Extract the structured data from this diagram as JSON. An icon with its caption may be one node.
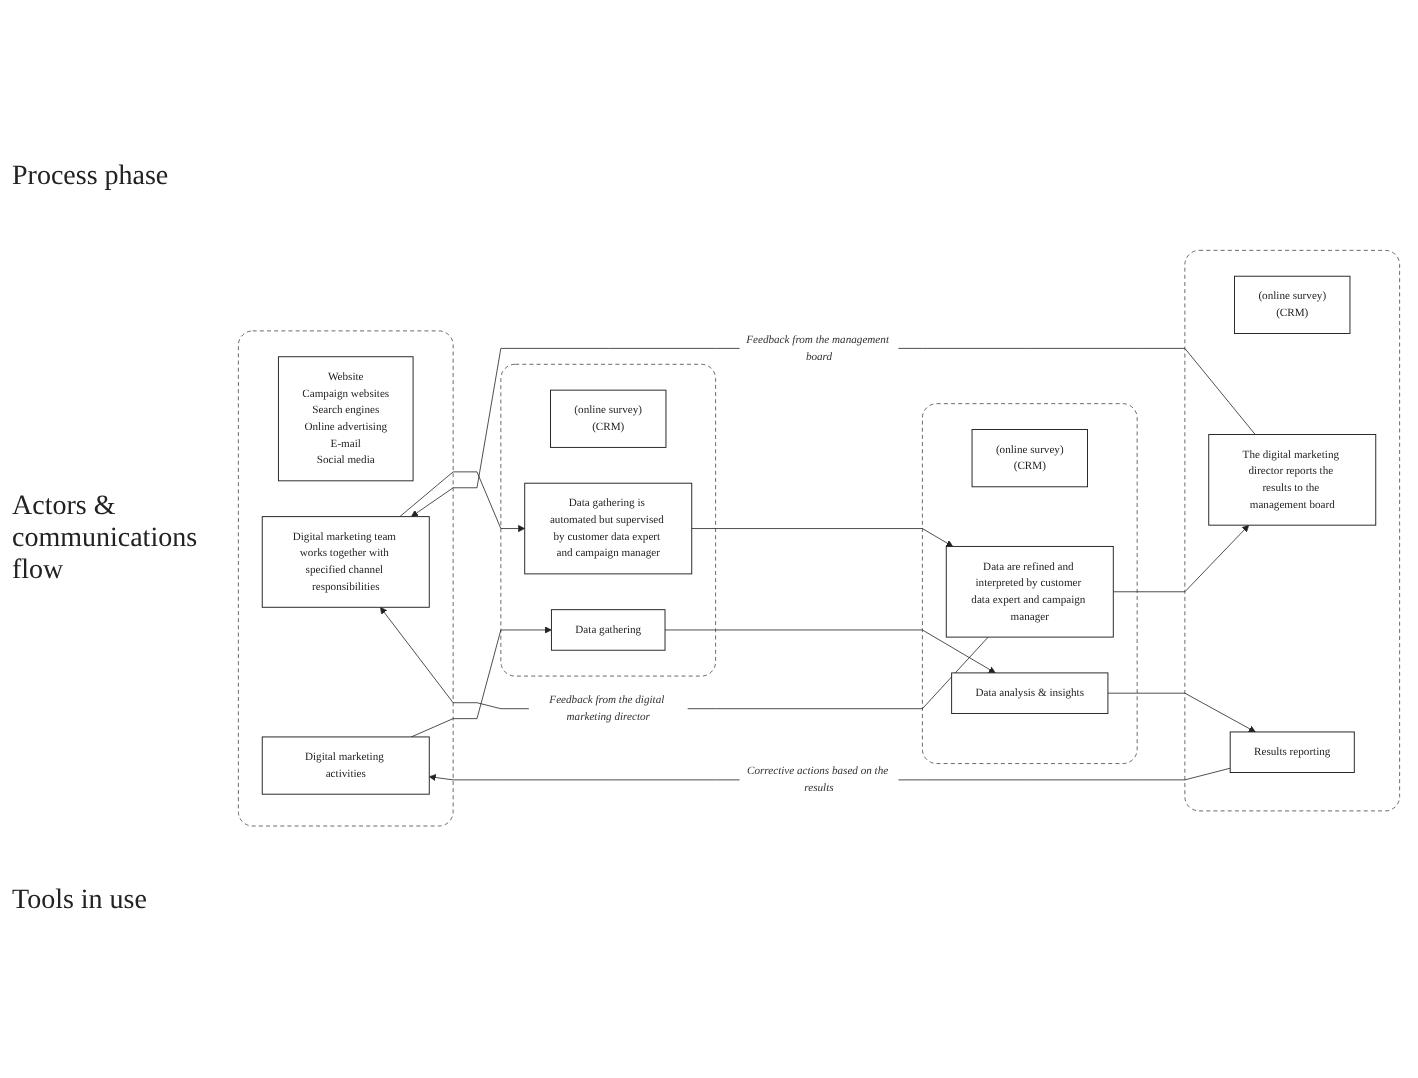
{
  "diagram": {
    "nodes": [
      {
        "text": [],
        "shape": "box"
      },
      {
        "text": [
          "Digital marketing activities"
        ],
        "in": 0
      },
      {
        "text": [
          "Digital marketing team works together with specified channel responsibilities"
        ],
        "in": 0
      },
      {
        "text": [
          "Website",
          "Campaign websites",
          "Search engines",
          "Online advertising",
          "E-mail",
          "Social media"
        ],
        "in": 0
      },
      {
        "text": [],
        "shape": "box"
      },
      {
        "text": [
          "Data gathering"
        ],
        "in": 4
      },
      {
        "text": [
          "Data gathering is automated but supervised by customer data expert and campaign manager"
        ],
        "in": 4
      },
      {
        "text": [
          "(online survey)",
          "(CRM)"
        ],
        "in": 4
      },
      {
        "text": [],
        "shape": "box"
      },
      {
        "text": [
          "Data analysis & insights"
        ],
        "in": 8
      },
      {
        "text": [
          "Data are refined and interpreted by customer data expert and campaign manager"
        ],
        "in": 8
      },
      {
        "text": [
          "(online survey)",
          "(CRM)"
        ],
        "in": 8
      },
      {
        "text": [],
        "shape": "box"
      },
      {
        "text": [
          "Results reporting"
        ],
        "in": 12
      },
      {
        "text": [
          "The digital marketing director reports the results to the management board"
        ],
        "in": 12
      },
      {
        "text": [
          "(online survey)",
          "(CRM)"
        ],
        "in": 12
      }
    ],
    "edges": [
      {
        "from": 1,
        "to": 5,
        "arrow": "to"
      },
      {
        "from": 5,
        "to": 9,
        "arrow": "to"
      },
      {
        "from": 9,
        "to": 13,
        "arrow": "to"
      },
      {
        "from": 13,
        "to": 1,
        "arrow": "to",
        "label": "Corrective actions based on the results"
      },
      {
        "from": 2,
        "to": 6,
        "arrow": "to"
      },
      {
        "from": 6,
        "to": 10,
        "arrow": "to"
      },
      {
        "from": 10,
        "to": 14,
        "arrow": "to"
      },
      {
        "from": 14,
        "to": 2,
        "arrow": "to",
        "label": "Feedback from the management board"
      },
      {
        "from": 10,
        "to": 2,
        "arrow": "to",
        "label": "Feedback from the digital marketing director"
      }
    ],
    "labels": [
      "Process phase",
      "Actors & communications flow",
      "Tools in use"
    ]
  }
}
